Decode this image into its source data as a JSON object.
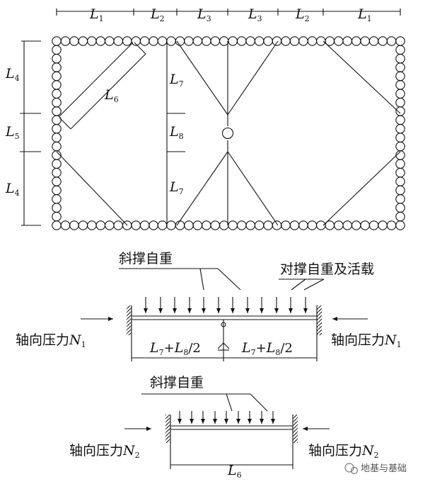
{
  "plan": {
    "top_dims": [
      {
        "main": "L",
        "sub": "1"
      },
      {
        "main": "L",
        "sub": "2"
      },
      {
        "main": "L",
        "sub": "3"
      },
      {
        "main": "L",
        "sub": "3"
      },
      {
        "main": "L",
        "sub": "2"
      },
      {
        "main": "L",
        "sub": "1"
      }
    ],
    "left_dims": [
      {
        "main": "L",
        "sub": "4"
      },
      {
        "main": "L",
        "sub": "5"
      },
      {
        "main": "L",
        "sub": "4"
      }
    ],
    "inner_dims": [
      {
        "main": "L",
        "sub": "7"
      },
      {
        "main": "L",
        "sub": "8"
      },
      {
        "main": "L",
        "sub": "7"
      }
    ],
    "diag_dim": {
      "main": "L",
      "sub": "6"
    }
  },
  "beam1": {
    "label_diagonal_weight": "斜撑自重",
    "label_strut_weight": "对撑自重及活载",
    "axial_left": {
      "text": "轴向压力",
      "main": "N",
      "sub": "1"
    },
    "axial_right": {
      "text": "轴向压力",
      "main": "N",
      "sub": "1"
    },
    "span_left": {
      "a": "L",
      "a_sub": "7",
      "plus": "+",
      "b": "L",
      "b_sub": "8",
      "div": "/2"
    },
    "span_right": {
      "a": "L",
      "a_sub": "7",
      "plus": "+",
      "b": "L",
      "b_sub": "8",
      "div": "/2"
    }
  },
  "beam2": {
    "label_diagonal_weight": "斜撑自重",
    "axial_left": {
      "text": "轴向压力",
      "main": "N",
      "sub": "2"
    },
    "axial_right": {
      "text": "轴向压力",
      "main": "N",
      "sub": "2"
    },
    "span": {
      "main": "L",
      "sub": "6"
    }
  },
  "watermark": "地基与基础"
}
